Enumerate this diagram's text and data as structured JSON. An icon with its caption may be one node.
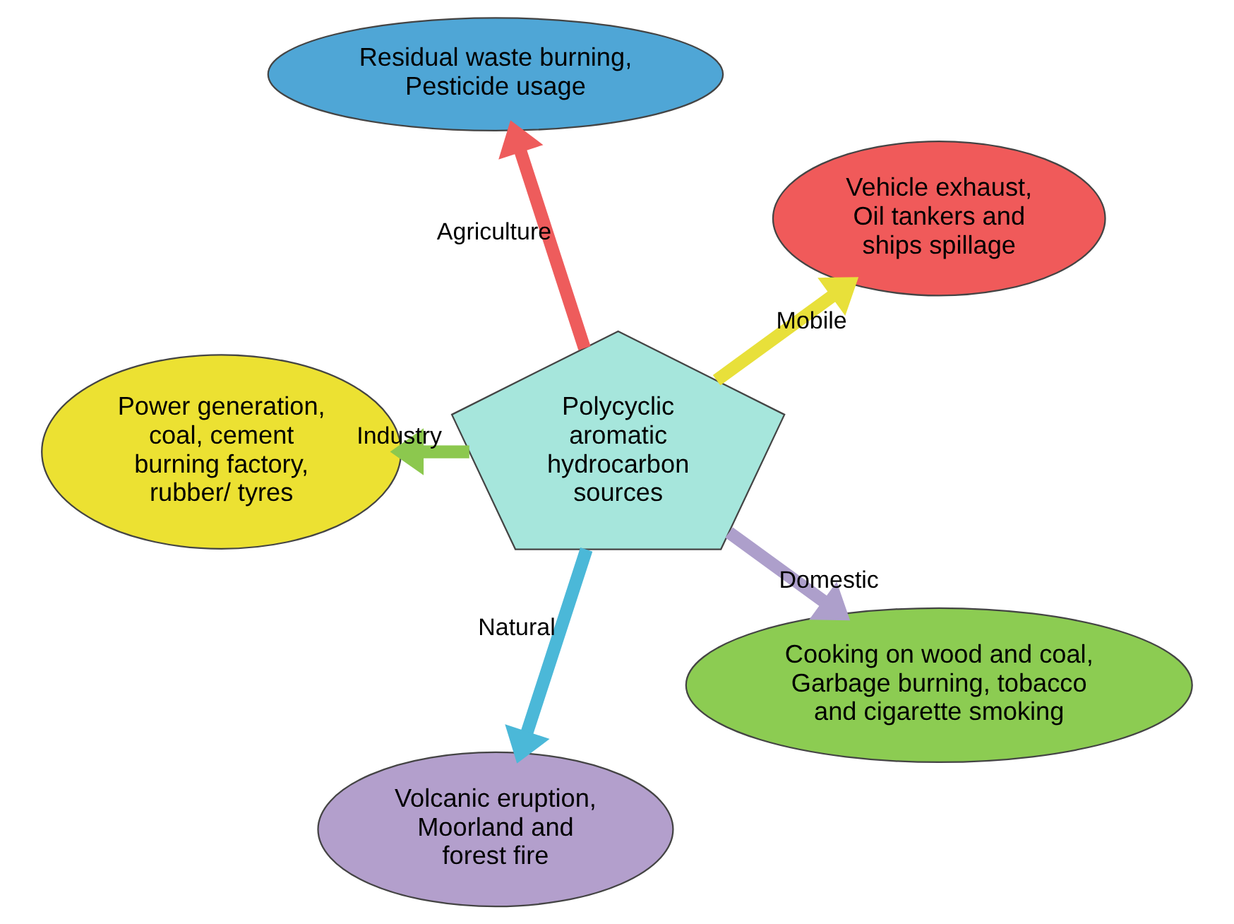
{
  "diagram": {
    "nodes": [
      {
        "text": [
          "Polycyclic aromatic hydrocarbon sources"
        ]
      },
      {
        "text": [
          "Vehicle exhaust, Oil tankers and ships spillage"
        ]
      },
      {
        "text": [
          "Residual waste burning, Pesticide usage"
        ]
      },
      {
        "text": [
          "Power generation, coal, cement burning factory, rubber/ tyres"
        ]
      },
      {
        "text": [
          "Volcanic eruption, Moorland and forest fire"
        ]
      },
      {
        "text": [
          "Cooking on wood and coal, Garbage burning, tobacco and cigarette smoking"
        ]
      }
    ],
    "edges": [
      {
        "from": 0,
        "to": 1,
        "arrow": "to",
        "label": "Mobile",
        "color": "#e8e03a"
      },
      {
        "from": 0,
        "to": 2,
        "arrow": "to",
        "label": "Agriculture",
        "color": "#ee5c5c"
      },
      {
        "from": 0,
        "to": 3,
        "arrow": "to",
        "label": "Industry",
        "color": "#8cc84e"
      },
      {
        "from": 0,
        "to": 4,
        "arrow": "to",
        "label": "Natural",
        "color": "#4bb8d8"
      },
      {
        "from": 0,
        "to": 5,
        "arrow": "to",
        "label": "Domestic",
        "color": "#ad9fcb"
      }
    ]
  }
}
